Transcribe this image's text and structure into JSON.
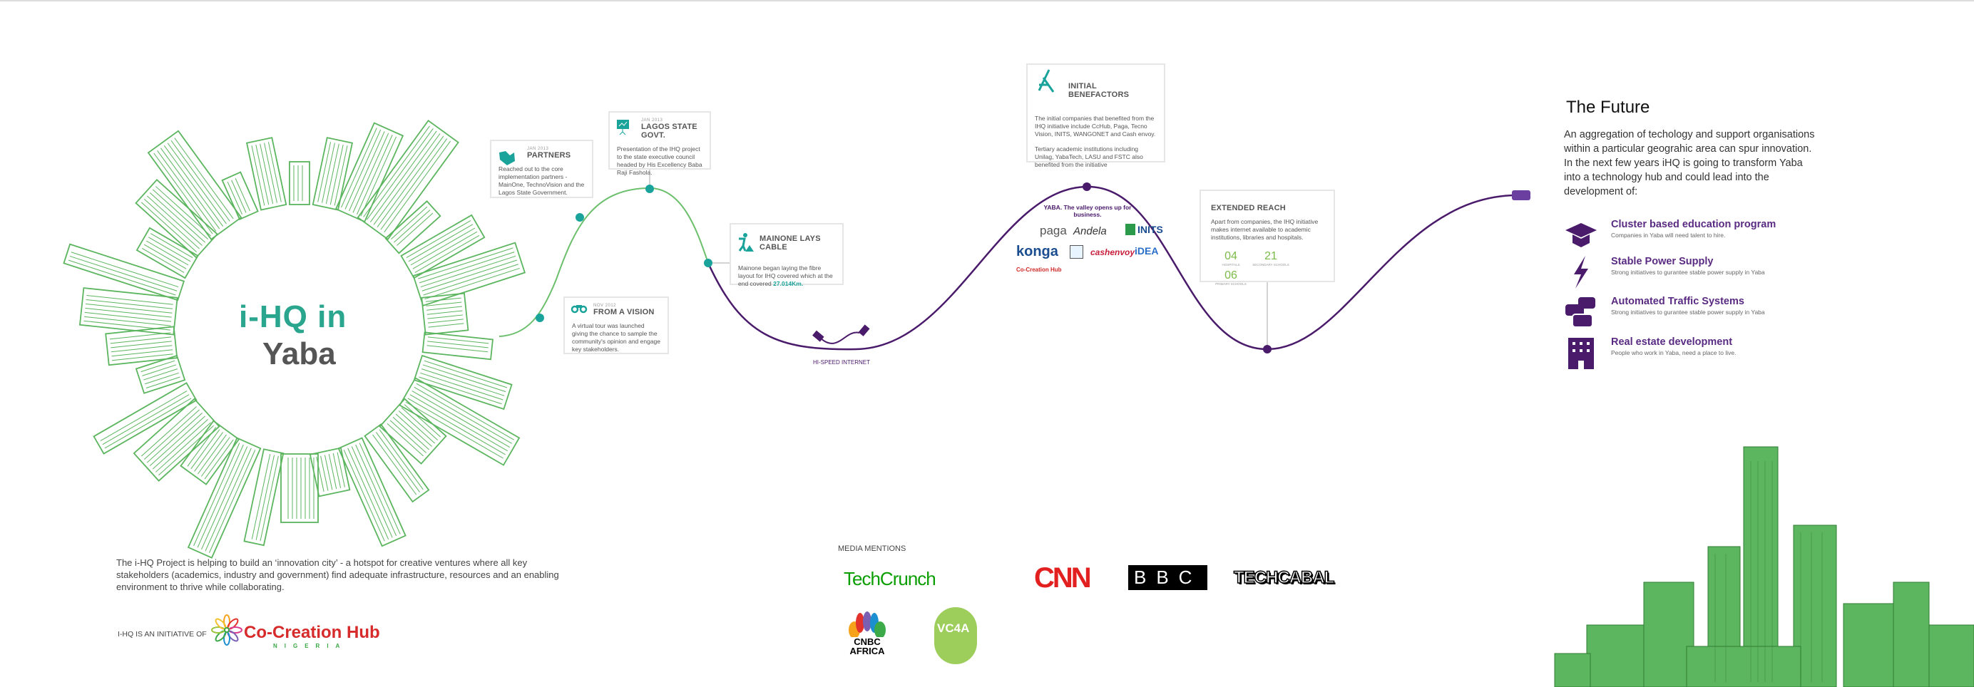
{
  "hero": {
    "title_line1": "i-HQ in",
    "title_line2": "Yaba"
  },
  "timeline": [
    {
      "date": "JAN 2013",
      "title": "PARTNERS",
      "body": "Reached out to the core implementation partners - MainOne, TechnoVision and the Lagos State Government.",
      "icon": "handshake-icon"
    },
    {
      "date": "JAN 2013",
      "title": "LAGOS STATE GOVT.",
      "body": "Presentation of the IHQ project to the state executive council headed by His Excellency Baba Raji Fashola.",
      "icon": "presentation-board-icon"
    },
    {
      "date": "NOV 2012",
      "title": "FROM A VISION",
      "body": "A virtual tour was launched giving the chance to sample the community's opinion and engage key stakeholders.",
      "icon": "binoculars-icon"
    },
    {
      "title": "MAINONE LAYS CABLE",
      "body": "Mainone began laying the fibre layout for IHQ covered which at the end covered ",
      "highlight": "27.014Km.",
      "icon": "worker-digging-icon"
    },
    {
      "title": "INITIAL BENEFACTORS",
      "body": "The initial companies that benefited from the IHQ initiative include CcHub, Paga, Tecno Vision, INITS, WANGONET and Cash envoy.",
      "body2": "Tertiary academic institutions including Unilag, YabaTech, LASU and FSTC also benefited from the initiative",
      "icon": "compass-icon"
    },
    {
      "title": "EXTENDED REACH",
      "body": "Apart from companies, the IHQ initiative makes internet available to academic institutions, libraries and hospitals.",
      "stats": [
        {
          "value": "04",
          "label": "HOSPITALS"
        },
        {
          "value": "21",
          "label": "SECONDARY SCHOOLS"
        },
        {
          "value": "06",
          "label": "PRIMARY SCHOOLS"
        }
      ]
    }
  ],
  "hi_speed_label": "HI-SPEED INTERNET",
  "yaba_caption": "YABA. The valley opens up for business.",
  "company_logos": [
    "paga",
    "Andela",
    "INITS",
    "konga",
    "cashenvoy",
    "iDEA",
    "Co-Creation Hub"
  ],
  "future": {
    "title": "The Future",
    "intro": "An aggregation of techology and support organisations within a particular geograhic area can spur innovation. In the next few years iHQ is going to transform Yaba into a technology hub and could lead into the development of:",
    "items": [
      {
        "title": "Cluster based education program",
        "sub": "Companies in Yaba will need talent to hire."
      },
      {
        "title": "Stable Power Supply",
        "sub": "Strong initiatives to gurantee stable power supply in Yaba"
      },
      {
        "title": "Automated Traffic Systems",
        "sub": "Strong initiatives to gurantee stable power supply in Yaba"
      },
      {
        "title": "Real estate development",
        "sub": "People who work in Yaba, need a place to live."
      }
    ]
  },
  "about": "The i-HQ Project is helping to build an ‘innovation city’ - a hotspot for creative ventures where all key stakeholders (academics, industry and government) find adequate infrastructure, resources and an enabling environment to thrive while collaborating.",
  "initiative_label": "I-HQ IS AN INITIATIVE OF",
  "cchub": {
    "name": "Co-Creation Hub",
    "country": "NIGERIA"
  },
  "media": {
    "title": "MEDIA MENTIONS",
    "logos": [
      "TechCrunch",
      "CNN",
      "BBC",
      "TECHCABAL",
      "CNBC AFRICA",
      "VC4A"
    ]
  },
  "colors": {
    "green": "#5cb55f",
    "teal": "#1aa39a",
    "purple": "#4a1a6b"
  }
}
